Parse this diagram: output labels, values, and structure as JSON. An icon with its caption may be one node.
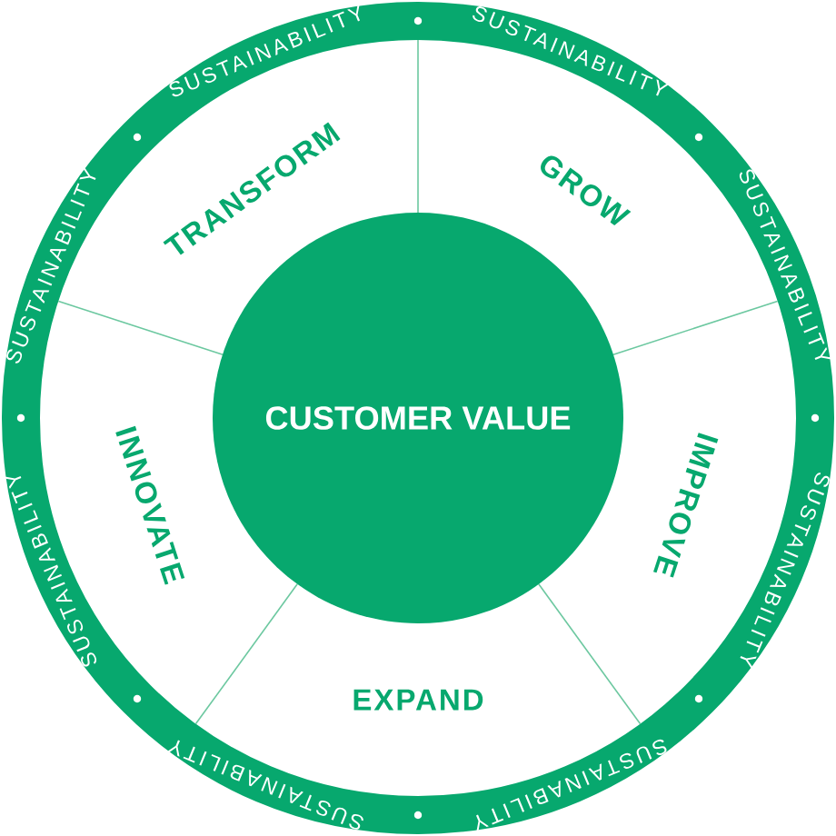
{
  "diagram": {
    "nodes": [
      {
        "text": [
          "SUSTAINABILITY",
          "SUSTAINABILITY",
          "SUSTAINABILITY",
          "SUSTAINABILITY",
          "SUSTAINABILITY",
          "SUSTAINABILITY",
          "SUSTAINABILITY",
          "SUSTAINABILITY"
        ]
      },
      {
        "text": [
          "CUSTOMER VALUE"
        ],
        "in": 0
      }
    ],
    "labels": [
      "TRANSFORM",
      "GROW",
      "IMPROVE",
      "EXPAND",
      "INNOVATE"
    ]
  }
}
